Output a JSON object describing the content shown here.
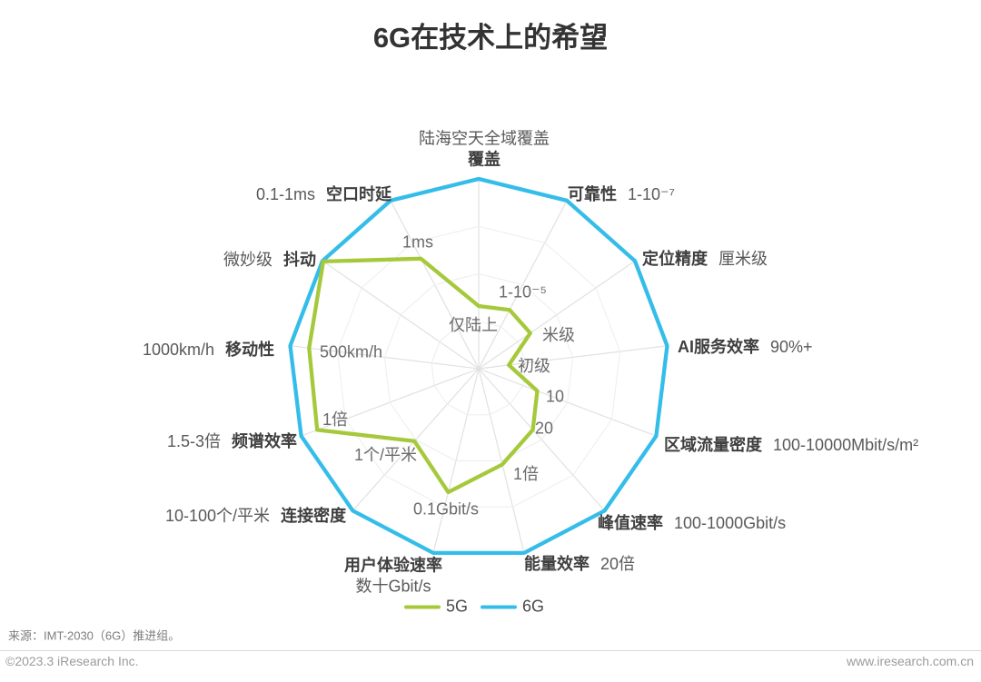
{
  "title": "6G在技术上的希望",
  "chart_data": {
    "type": "radar",
    "title": "6G在技术上的希望",
    "axis_count": 13,
    "categories": [
      "覆盖",
      "可靠性",
      "定位精度",
      "AI服务效率",
      "区域流量密度",
      "峰值速率",
      "能量效率",
      "用户体验速率",
      "连接密度",
      "频谱效率",
      "移动性",
      "抖动",
      "空口时延"
    ],
    "axes": [
      {
        "id": "coverage",
        "name": "覆盖",
        "six_g": "陆海空天全域覆盖",
        "five_g": "仅陆上"
      },
      {
        "id": "reliability",
        "name": "可靠性",
        "six_g": "1-10⁻⁷",
        "five_g": "1-10⁻⁵"
      },
      {
        "id": "positioning-accuracy",
        "name": "定位精度",
        "six_g": "厘米级",
        "five_g": "米级"
      },
      {
        "id": "ai-service-efficiency",
        "name": "AI服务效率",
        "six_g": "90%+",
        "five_g": "初级"
      },
      {
        "id": "area-traffic-density",
        "name": "区域流量密度",
        "six_g": "100-10000Mbit/s/m²",
        "five_g": "10"
      },
      {
        "id": "peak-rate",
        "name": "峰值速率",
        "six_g": "100-1000Gbit/s",
        "five_g": "20"
      },
      {
        "id": "energy-efficiency",
        "name": "能量效率",
        "six_g": "20倍",
        "five_g": "1倍"
      },
      {
        "id": "user-experienced-rate",
        "name": "用户体验速率",
        "six_g": "数十Gbit/s",
        "five_g": "0.1Gbit/s"
      },
      {
        "id": "connection-density",
        "name": "连接密度",
        "six_g": "10-100个/平米",
        "five_g": "1个/平米"
      },
      {
        "id": "spectrum-efficiency",
        "name": "频谱效率",
        "six_g": "1.5-3倍",
        "five_g": "1倍"
      },
      {
        "id": "mobility",
        "name": "移动性",
        "six_g": "1000km/h",
        "five_g": "500km/h"
      },
      {
        "id": "jitter",
        "name": "抖动",
        "six_g": "微妙级",
        "five_g": ""
      },
      {
        "id": "air-interface-latency",
        "name": "空口时延",
        "six_g": "0.1-1ms",
        "five_g": "1ms"
      }
    ],
    "series": [
      {
        "name": "5G",
        "color": "#A6C93C",
        "values": [
          0.33,
          0.35,
          0.33,
          0.16,
          0.33,
          0.43,
          0.52,
          0.67,
          0.51,
          0.91,
          0.9,
          0.995,
          0.655
        ]
      },
      {
        "name": "6G",
        "color": "#35BDE9",
        "values": [
          1,
          1,
          1,
          1,
          1,
          1,
          1,
          1,
          1,
          1,
          1,
          1,
          1
        ]
      }
    ],
    "grid": {
      "rings": 4,
      "spokes": 13
    },
    "legend_position": "bottom"
  },
  "source": "来源：IMT-2030（6G）推进组。",
  "footer": {
    "left": "©2023.3 iResearch Inc.",
    "right": "www.iresearch.com.cn"
  }
}
